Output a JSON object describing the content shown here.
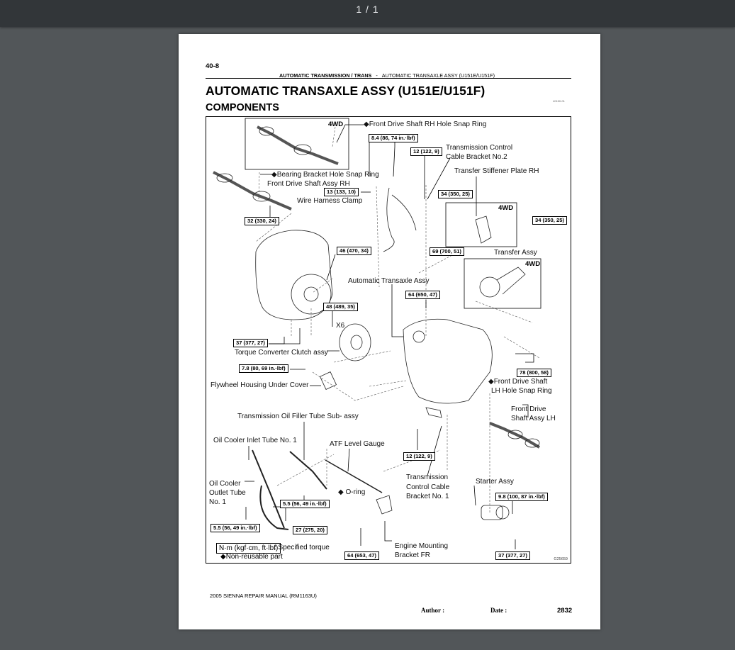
{
  "viewer": {
    "page_counter": "1 / 1"
  },
  "page": {
    "page_number": "40-8",
    "header_section": "AUTOMATIC TRANSMISSION / TRANS",
    "header_separator": "-",
    "header_subsection": "AUTOMATIC TRANSAXLE ASSY (U151E/U151F)",
    "title": "AUTOMATIC TRANSAXLE ASSY (U151E/U151F)",
    "subtitle": "COMPONENTS",
    "small_code": "40150-01",
    "figure_id": "G25659",
    "footer_manual": "2005 SIENNA REPAIR MANUAL   (RM1163U)",
    "footer_author": "Author :",
    "footer_date": "Date :",
    "footer_page": "2832"
  },
  "diagram": {
    "badges": {
      "four_wd": "4WD"
    },
    "labels": {
      "front_drive_shaft_rh_hole_snap_ring": "◆Front Drive Shaft RH Hole Snap Ring",
      "bearing_bracket_hole_snap_ring": "◆Bearing Bracket Hole Snap Ring",
      "front_drive_shaft_assy_rh": "Front Drive Shaft Assy RH",
      "wire_harness_clamp": "Wire Harness Clamp",
      "transmission_control_cable_bracket_no2_l1": "Transmission Control",
      "transmission_control_cable_bracket_no2_l2": "Cable Bracket No.2",
      "transfer_stiffener_plate_rh": "Transfer Stiffener Plate RH",
      "transfer_assy": "Transfer Assy",
      "automatic_transaxle_assy": "Automatic Transaxle Assy",
      "x6": "X6",
      "torque_converter_clutch_assy": "Torque Converter Clutch assy",
      "flywheel_housing_under_cover": "Flywheel Housing Under Cover",
      "front_drive_shaft_lh_hole_snap_ring_l1": "◆Front Drive Shaft",
      "front_drive_shaft_lh_hole_snap_ring_l2": "LH Hole Snap Ring",
      "front_drive_shaft_assy_lh_l1": "Front Drive",
      "front_drive_shaft_assy_lh_l2": "Shaft Assy LH",
      "transmission_oil_filler_tube": "Transmission Oil Filler Tube Sub- assy",
      "oil_cooler_inlet_tube": "Oil Cooler Inlet Tube No. 1",
      "atf_level_gauge": "ATF Level Gauge",
      "oil_cooler_outlet_tube_l1": "Oil Cooler",
      "oil_cooler_outlet_tube_l2": "Outlet Tube",
      "oil_cooler_outlet_tube_l3": "No. 1",
      "o_ring": "◆ O-ring",
      "transmission_control_cable_bracket_no1_l1": "Transmission",
      "transmission_control_cable_bracket_no1_l2": "Control  Cable",
      "transmission_control_cable_bracket_no1_l3": "Bracket No. 1",
      "starter_assy": "Starter Assy",
      "engine_mounting_bracket_fr_l1": "Engine Mounting",
      "engine_mounting_bracket_fr_l2": "Bracket FR"
    },
    "torques": {
      "t_8_4": "8.4 (86, 74 in.·lbf)",
      "t_12_top": "12 (122, 9)",
      "t_13": "13 (133, 10)",
      "t_32": "32 (330, 24)",
      "t_34_left": "34 (350, 25)",
      "t_34_right": "34 (350, 25)",
      "t_46": "46 (470, 34)",
      "t_69": "69 (700, 51)",
      "t_64_top": "64 (650, 47)",
      "t_48": "48 (489, 35)",
      "t_37_left": "37 (377, 27)",
      "t_7_8": "7.8 (80, 69 in.·lbf)",
      "t_78": "78 (800, 58)",
      "t_12_bottom": "12 (122, 9)",
      "t_5_5_mid": "5.5 (56, 49 in.·lbf)",
      "t_5_5_left": "5.5 (56, 49 in.·lbf)",
      "t_27": "27 (275, 20)",
      "t_9_8": "9.8 (100, 87 in.·lbf)",
      "t_64_bottom": "64 (653, 47)",
      "t_37_bottom": "37 (377, 27)"
    },
    "legend": {
      "torque_unit": "N·m (kgf·cm, ft·lbf)",
      "torque_desc": ": Specified torque",
      "non_reusable": "◆Non-reusable  part"
    }
  }
}
